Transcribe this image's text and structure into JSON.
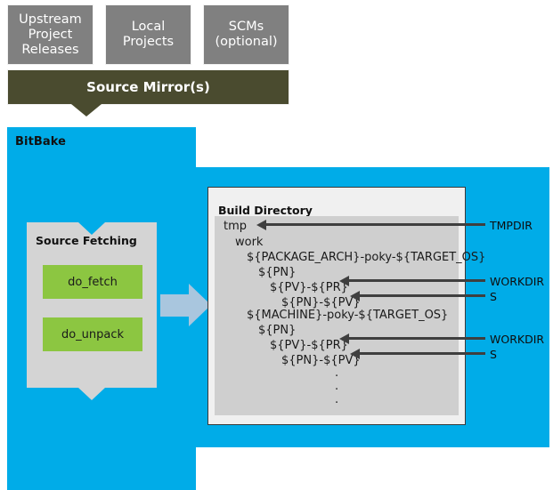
{
  "diagram": {
    "title": "BitBake source fetching and build directory layout",
    "colors": {
      "bitbake_blue": "#00ace8",
      "mirror_olive": "#4a4b2f",
      "source_box_gray": "#808080",
      "task_green": "#8cc641",
      "panel_gray": "#d4d4d4",
      "tree_gray": "#cfcfcf",
      "build_panel": "#f0f0f0",
      "arrow_blue_gray": "#a9c6de",
      "callout_dark": "#3f3f3f"
    }
  },
  "sources": [
    {
      "id": "upstream",
      "lines": [
        "Upstream",
        "Project",
        "Releases"
      ]
    },
    {
      "id": "local",
      "lines": [
        "Local",
        "Projects"
      ]
    },
    {
      "id": "scms",
      "lines": [
        "SCMs",
        "(optional)"
      ]
    }
  ],
  "mirror": {
    "label": "Source Mirror(s)"
  },
  "bitbake": {
    "label": "BitBake"
  },
  "source_fetching": {
    "title": "Source Fetching",
    "tasks": [
      {
        "id": "do-fetch",
        "label": "do_fetch"
      },
      {
        "id": "do-unpack",
        "label": "do_unpack"
      }
    ]
  },
  "build_directory": {
    "title": "Build Directory",
    "tree": [
      {
        "indent": 0,
        "text": "tmp"
      },
      {
        "indent": 1,
        "text": "work"
      },
      {
        "indent": 2,
        "text": "${PACKAGE_ARCH}-poky-${TARGET_OS}"
      },
      {
        "indent": 3,
        "text": "${PN}"
      },
      {
        "indent": 4,
        "text": "${PV}-${PR}"
      },
      {
        "indent": 5,
        "text": "${PN}-${PV}"
      },
      {
        "indent": 2,
        "text": "${MACHINE}-poky-${TARGET_OS}"
      },
      {
        "indent": 3,
        "text": "${PN}"
      },
      {
        "indent": 4,
        "text": "${PV}-${PR}"
      },
      {
        "indent": 5,
        "text": "${PN}-${PV}"
      }
    ],
    "ellipsis": [
      ".",
      ".",
      "."
    ]
  },
  "callouts": [
    {
      "id": "tmpdir",
      "label": "TMPDIR"
    },
    {
      "id": "workdir-1",
      "label": "WORKDIR"
    },
    {
      "id": "s-1",
      "label": "S"
    },
    {
      "id": "workdir-2",
      "label": "WORKDIR"
    },
    {
      "id": "s-2",
      "label": "S"
    }
  ]
}
